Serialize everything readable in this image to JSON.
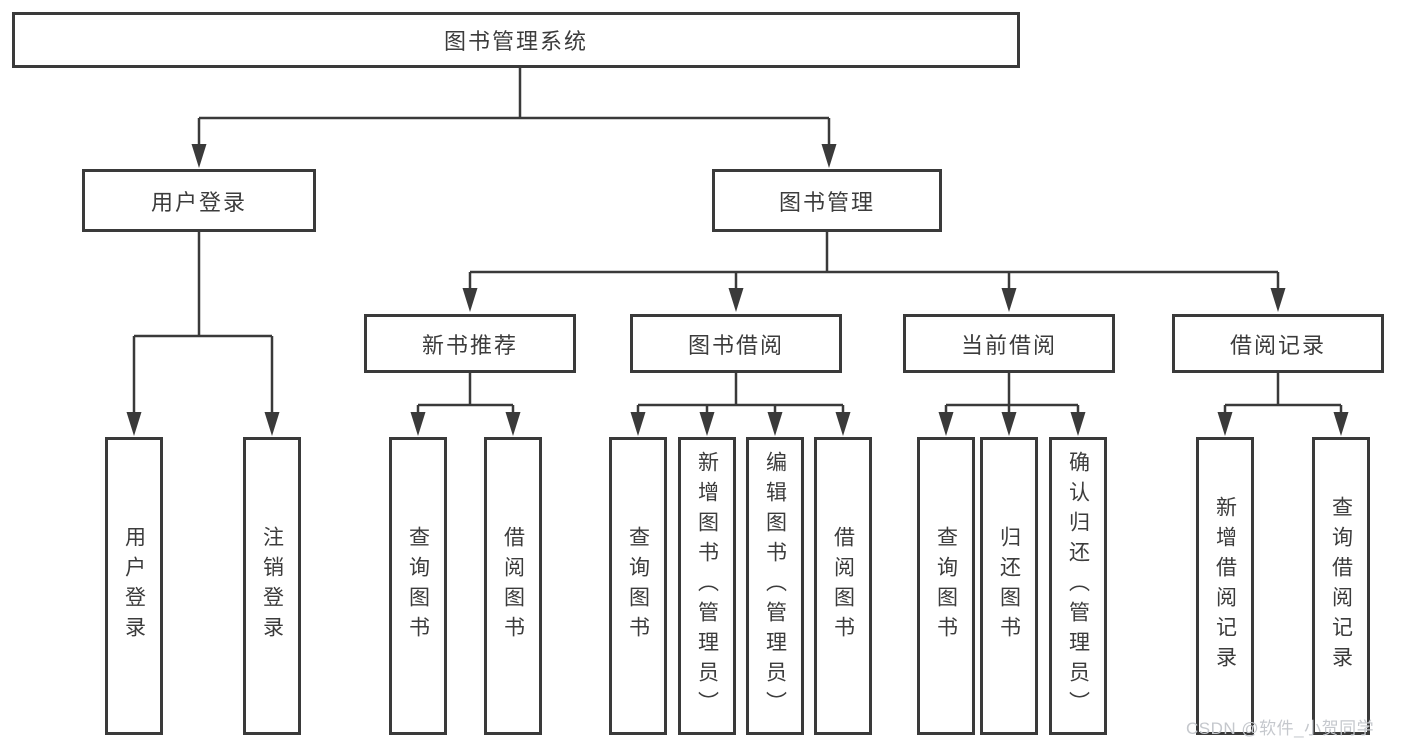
{
  "diagram": {
    "root": {
      "label": "图书管理系统"
    },
    "branches": [
      {
        "label": "用户登录",
        "children": [
          {
            "label": "用户登录"
          },
          {
            "label": "注销登录"
          }
        ]
      },
      {
        "label": "图书管理",
        "children": [
          {
            "label": "新书推荐",
            "children": [
              {
                "label": "查询图书"
              },
              {
                "label": "借阅图书"
              }
            ]
          },
          {
            "label": "图书借阅",
            "children": [
              {
                "label": "查询图书"
              },
              {
                "label": "新增图书（管理员）"
              },
              {
                "label": "编辑图书（管理员）"
              },
              {
                "label": "借阅图书"
              }
            ]
          },
          {
            "label": "当前借阅",
            "children": [
              {
                "label": "查询图书"
              },
              {
                "label": "归还图书"
              },
              {
                "label": "确认归还（管理员）"
              }
            ]
          },
          {
            "label": "借阅记录",
            "children": [
              {
                "label": "新增借阅记录"
              },
              {
                "label": "查询借阅记录"
              }
            ]
          }
        ]
      }
    ]
  },
  "watermark": {
    "text": "CSDN @软件_小贺同学"
  },
  "colors": {
    "line": "#3a3a3a",
    "box_border": "#3a3a3a",
    "text": "#3c3c3c",
    "background": "#ffffff",
    "watermark": "#c5c8cd"
  }
}
